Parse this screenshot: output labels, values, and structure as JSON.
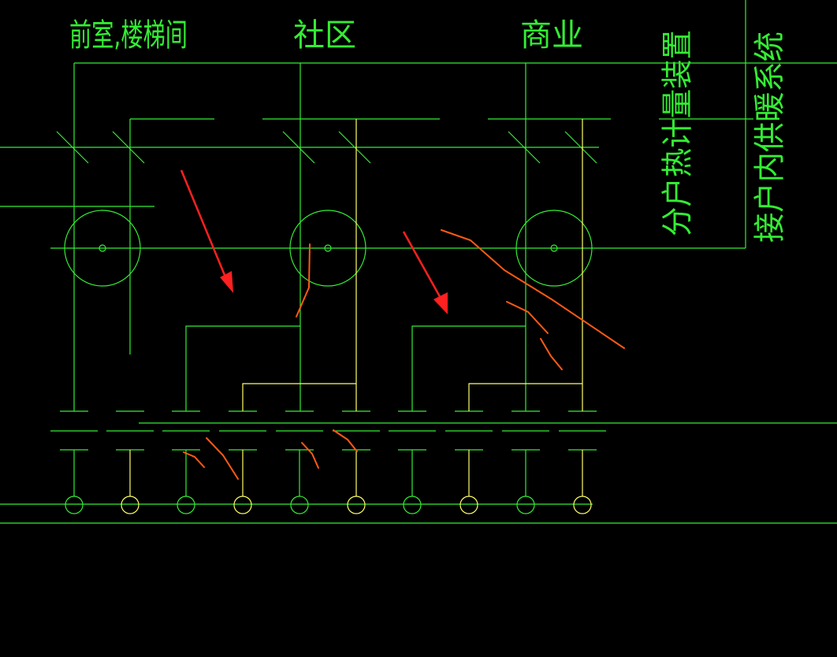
{
  "colors": {
    "background": "#000000",
    "green": "#33ee33",
    "yellow": "#ffff66",
    "orange": "#ff5a14",
    "red": "#ff2020"
  },
  "labels": {
    "area_stairs": "前室,楼梯间",
    "area_community": "社区",
    "area_commercial": "商业",
    "meter_device": "分户热计量装置",
    "indoor_system": "接户内供暖系统"
  },
  "annotation": {
    "arrow_count": 2,
    "markup": "orange-freehand-strokes"
  }
}
